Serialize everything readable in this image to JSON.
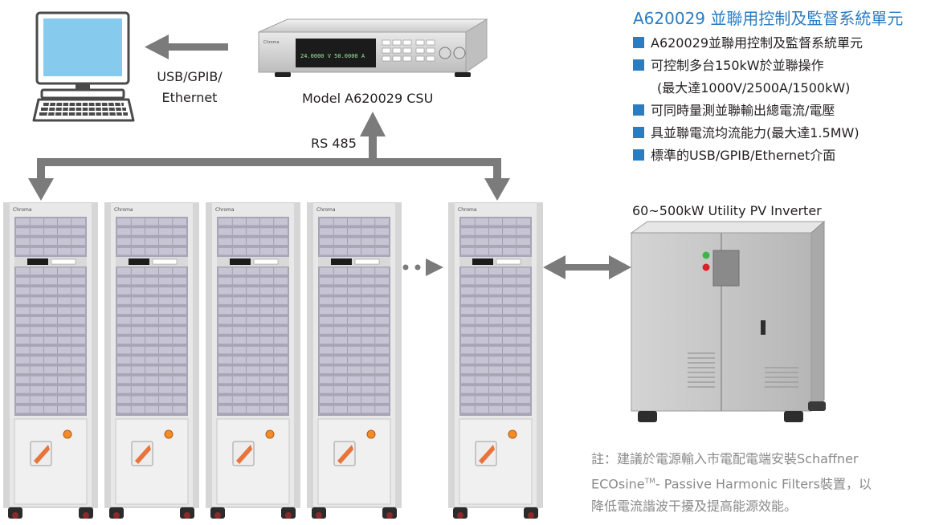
{
  "header": {
    "title": "A620029 並聯用控制及監督系統單元"
  },
  "features": {
    "items": [
      "A620029並聯用控制及監督系統單元",
      "可控制多台150kW於並聯操作",
      "(最大達1000V/2500A/1500kW)",
      "可同時量測並聯輸出總電流/電壓",
      "具並聯電流均流能力(最大達1.5MW)",
      "標準的USB/GPIB/Ethernet介面"
    ]
  },
  "labels": {
    "interface_line1": "USB/GPIB/",
    "interface_line2": "Ethernet",
    "csu_model": "Model A620029 CSU",
    "rs485": "RS 485",
    "inverter": "60~500kW Utility PV Inverter",
    "csu_display": "24.0000 V  50.0000 A",
    "rack_brand": "Chroma"
  },
  "note": {
    "line1": "註：建議於電源輸入市電配電端安裝Schaffner",
    "line2a": "ECOsine",
    "line2tm": "TM",
    "line2b": "- Passive Harmonic Filters裝置，以",
    "line3": "降低電流諧波干擾及提高能源效能。"
  },
  "colors": {
    "accent": "#2b7cc0",
    "arrow": "#7b7b7b",
    "note": "#8a8a8a",
    "led_green": "#3cb54a",
    "led_red": "#d9232a"
  }
}
